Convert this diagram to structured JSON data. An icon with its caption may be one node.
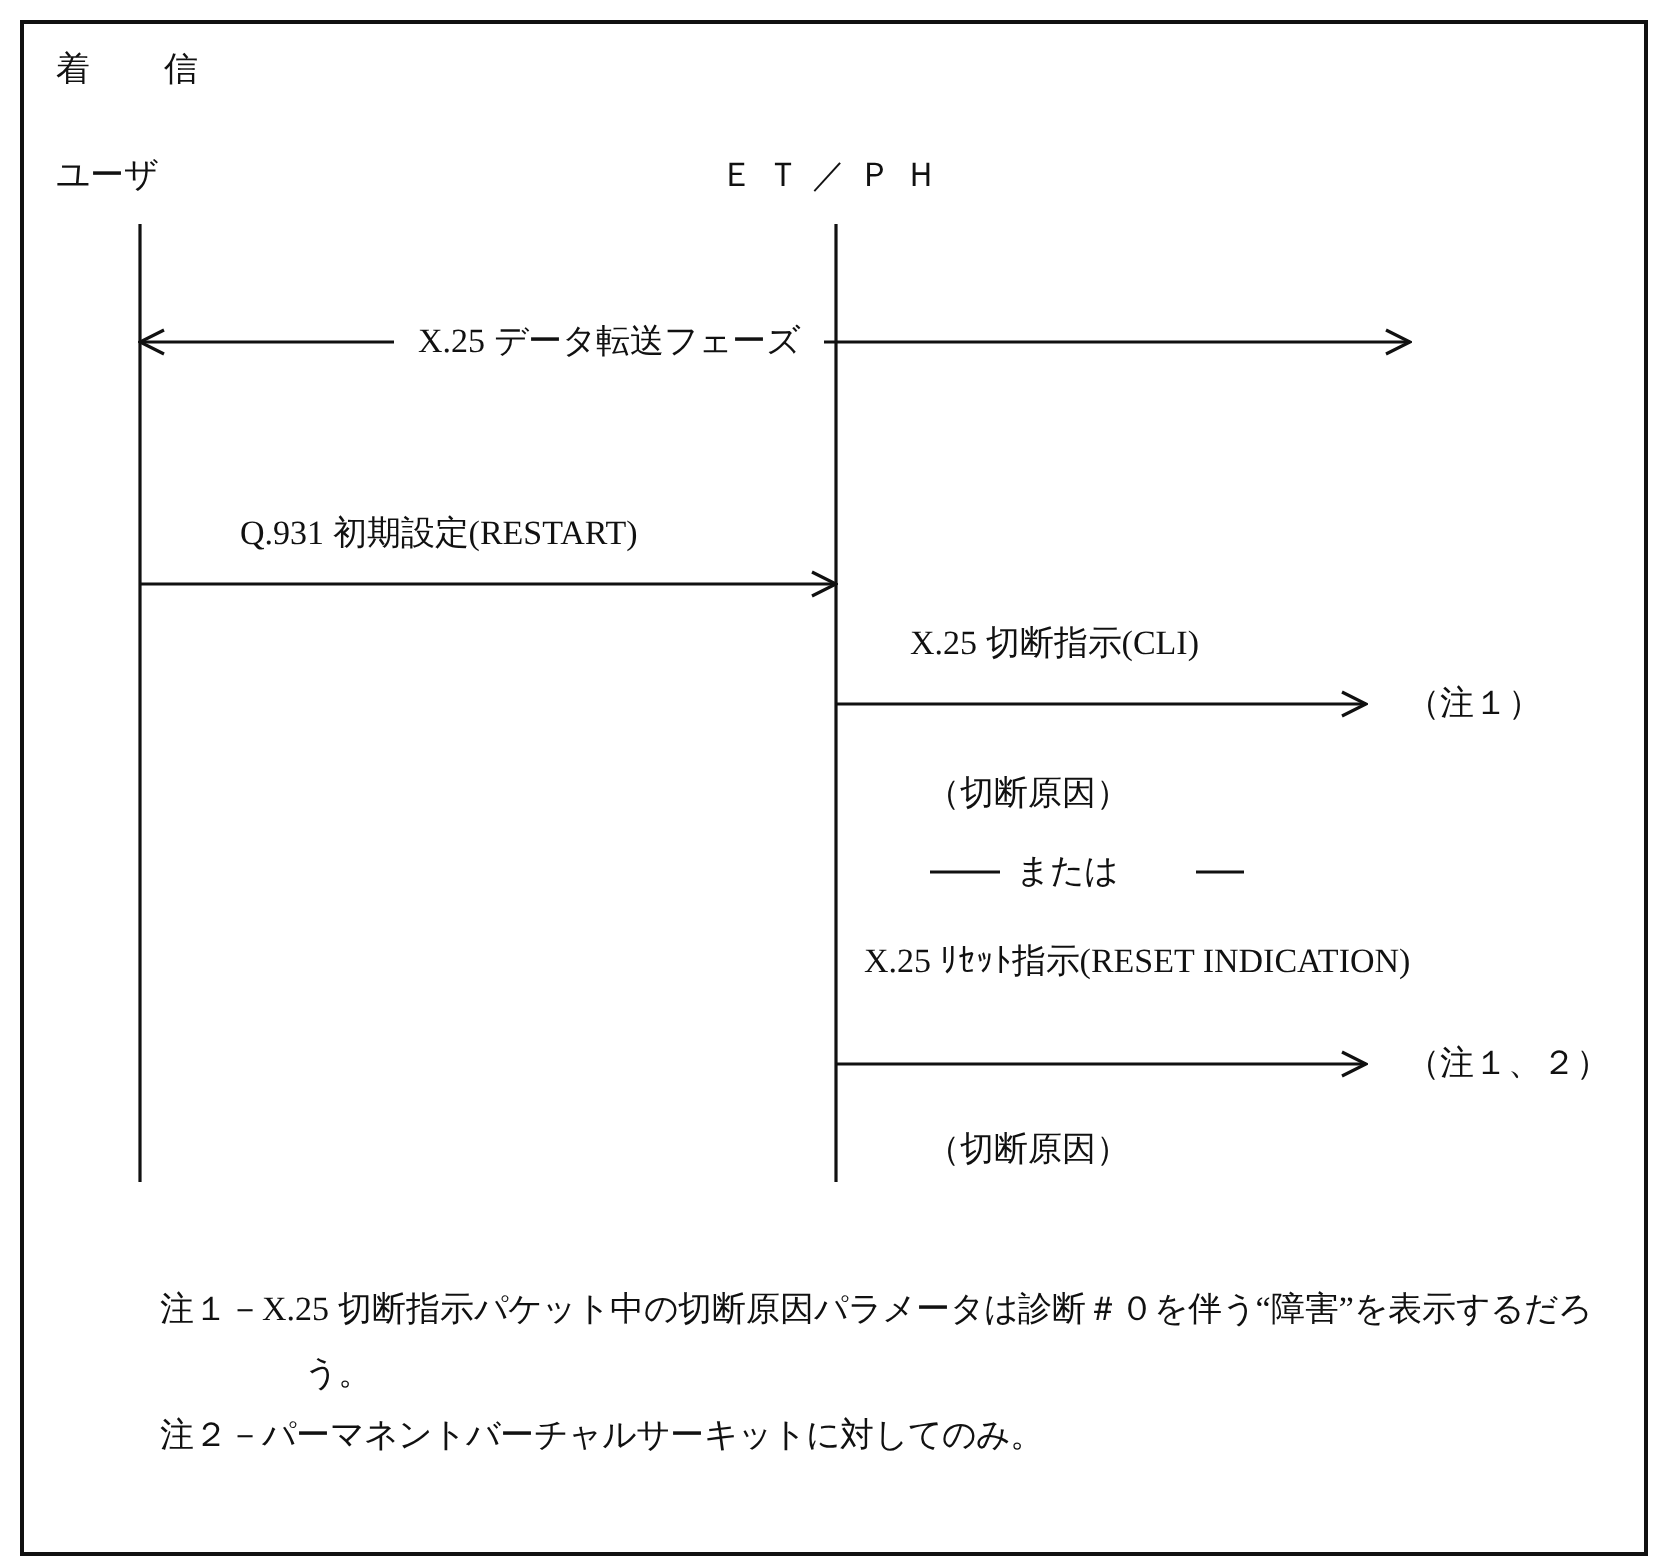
{
  "diagram": {
    "title": "着　信",
    "nodes": [
      {
        "text": [
          "ユーザ"
        ]
      },
      {
        "text": [
          "ＥＴ／ＰＨ"
        ]
      }
    ],
    "edges": [
      {
        "from": 0,
        "to": null,
        "arrow": "both",
        "label": "X.25 データ転送フェーズ"
      },
      {
        "from": 0,
        "to": 1,
        "arrow": "to",
        "label": "Q.931 初期設定(RESTART)"
      },
      {
        "from": 1,
        "to": null,
        "arrow": "to",
        "label": "X.25 切断指示(CLI)"
      },
      {
        "from": 1,
        "to": null,
        "arrow": "to",
        "label": "X.25 ﾘｾｯﾄ指示(RESET INDICATION)"
      }
    ],
    "labels": [
      "（注１）",
      "（切断原因）",
      "または",
      "（注１、２）",
      "（切断原因）",
      "注１－X.25 切断指示パケット中の切断原因パラメータは診断＃０を伴う“障害”を表示するだろう。",
      "注２－パーマネントバーチャルサーキットに対してのみ。"
    ]
  }
}
